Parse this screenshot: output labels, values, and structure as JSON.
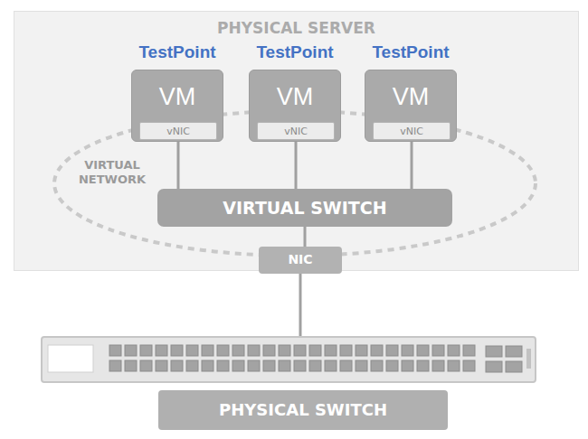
{
  "diagram": {
    "nodes": [
      {
        "text": [
          "PHYSICAL SERVER"
        ]
      },
      {
        "text": [
          "TestPoint",
          "VM"
        ],
        "in": 0
      },
      {
        "text": [
          "vNIC"
        ],
        "in": 1
      },
      {
        "text": [
          "TestPoint",
          "VM"
        ],
        "in": 0
      },
      {
        "text": [
          "vNIC"
        ],
        "in": 3
      },
      {
        "text": [
          "TestPoint",
          "VM"
        ],
        "in": 0
      },
      {
        "text": [
          "vNIC"
        ],
        "in": 5
      },
      {
        "text": [
          "VIRTUAL NETWORK"
        ],
        "in": 0
      },
      {
        "text": [
          "VIRTUAL SWITCH"
        ],
        "in": 7
      },
      {
        "text": [
          "NIC"
        ],
        "in": 0
      },
      {
        "text": [
          "PHYSICAL SWITCH"
        ]
      }
    ],
    "edges": [
      {
        "from": 2,
        "to": 8,
        "arrow": "none"
      },
      {
        "from": 4,
        "to": 8,
        "arrow": "none"
      },
      {
        "from": 6,
        "to": 8,
        "arrow": "none"
      },
      {
        "from": 8,
        "to": 9,
        "arrow": "none"
      },
      {
        "from": 9,
        "to": 10,
        "arrow": "none"
      }
    ]
  }
}
